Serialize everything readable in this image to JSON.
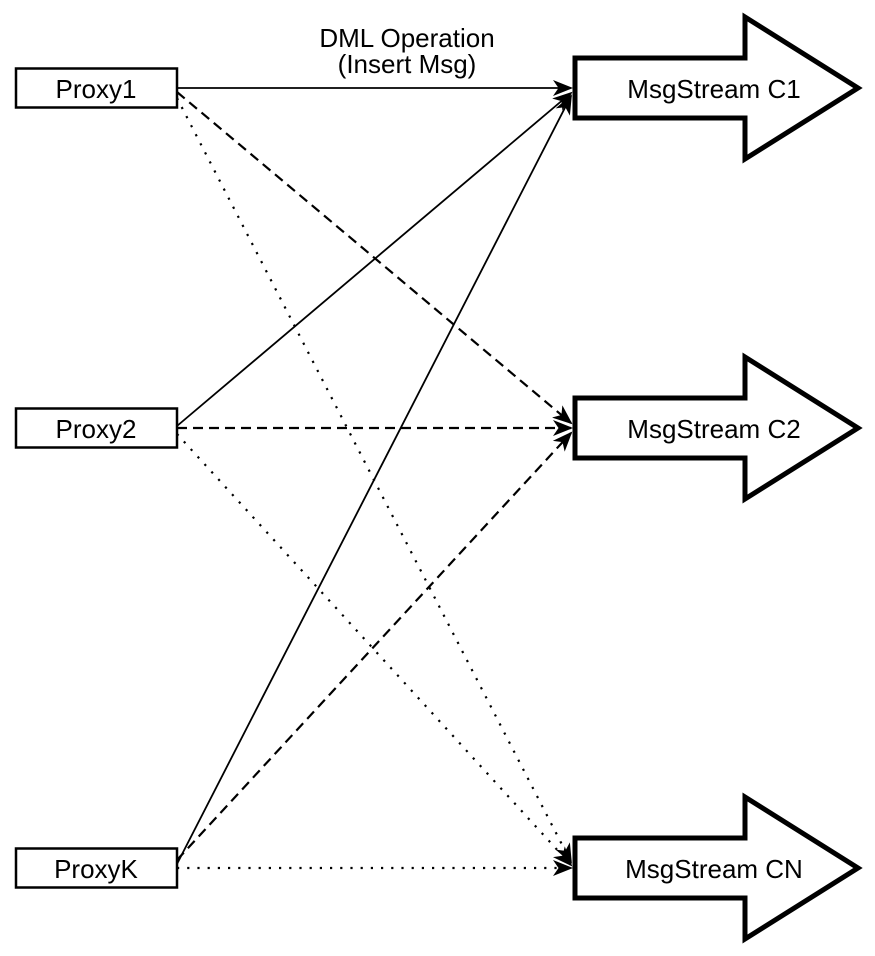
{
  "diagram": {
    "annotation": {
      "line1": "DML Operation",
      "line2": "(Insert Msg)"
    },
    "proxies": [
      {
        "label": "Proxy1"
      },
      {
        "label": "Proxy2"
      },
      {
        "label": "ProxyK"
      }
    ],
    "streams": [
      {
        "label": "MsgStream C1"
      },
      {
        "label": "MsgStream C2"
      },
      {
        "label": "MsgStream CN"
      }
    ],
    "edges": [
      {
        "from": "Proxy1",
        "to": "MsgStream C1",
        "style": "solid"
      },
      {
        "from": "Proxy2",
        "to": "MsgStream C1",
        "style": "solid"
      },
      {
        "from": "ProxyK",
        "to": "MsgStream C1",
        "style": "solid"
      },
      {
        "from": "Proxy1",
        "to": "MsgStream C2",
        "style": "dashed"
      },
      {
        "from": "Proxy2",
        "to": "MsgStream C2",
        "style": "dashed"
      },
      {
        "from": "ProxyK",
        "to": "MsgStream C2",
        "style": "dashed"
      },
      {
        "from": "Proxy1",
        "to": "MsgStream CN",
        "style": "dotted"
      },
      {
        "from": "Proxy2",
        "to": "MsgStream CN",
        "style": "dotted"
      },
      {
        "from": "ProxyK",
        "to": "MsgStream CN",
        "style": "dotted"
      }
    ],
    "colors": {
      "stroke": "#000000",
      "fill": "#ffffff"
    }
  }
}
